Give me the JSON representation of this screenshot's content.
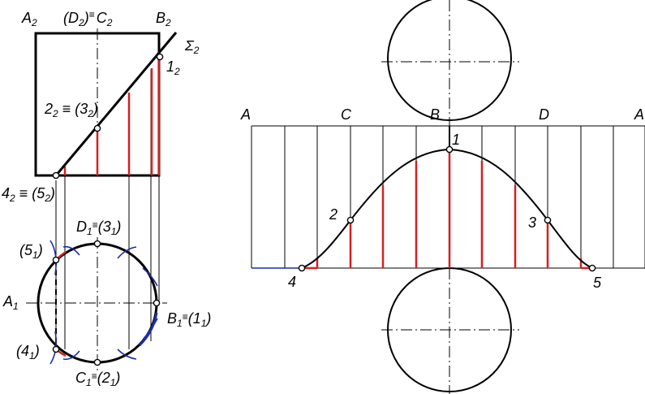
{
  "colors": {
    "red": "#d42020",
    "blue": "#1c2ea8",
    "line": "#000000"
  },
  "front_view": {
    "A2": {
      "main": "A",
      "sub": "2"
    },
    "D2C2": {
      "open": "(D",
      "sub1": "2",
      "close": ")",
      "equiv": "≡",
      "main": "C",
      "sub2": "2"
    },
    "B2": {
      "main": "B",
      "sub": "2"
    },
    "Sigma2": {
      "main": "Σ",
      "sub": "2"
    },
    "p1_2": {
      "main": "1",
      "sub": "2"
    },
    "p2_3_2": {
      "main": "2",
      "sub1": "2",
      "equiv": " ≡ (",
      "main2": "3",
      "sub2": "2",
      "close": ")"
    },
    "p4_5_2": {
      "main": "4",
      "sub1": "2",
      "equiv": " ≡ (",
      "main2": "5",
      "sub2": "2",
      "close": ")"
    }
  },
  "top_view": {
    "D1_3_1": {
      "main": "D",
      "sub1": "1",
      "equiv": "≡",
      "open": "(",
      "main2": "3",
      "sub2": "1",
      "close": ")"
    },
    "p5_1": {
      "open": "(",
      "main": "5",
      "sub": "1",
      "close": ")"
    },
    "A1": {
      "main": "A",
      "sub": "1"
    },
    "B1_1_1": {
      "main": "B",
      "sub1": "1",
      "equiv": "≡",
      "open": "(",
      "main2": "1",
      "sub2": "1",
      "close": ")"
    },
    "p4_1": {
      "open": "(",
      "main": "4",
      "sub": "1",
      "close": ")"
    },
    "C1_2_1": {
      "main": "C",
      "sub1": "1",
      "equiv": "≡",
      "open": "(",
      "main2": "2",
      "sub2": "1",
      "close": ")"
    }
  },
  "development": {
    "top_labels": [
      "A",
      "C",
      "B",
      "D",
      "A"
    ],
    "point_labels": [
      "1",
      "2",
      "3",
      "4",
      "5"
    ]
  }
}
